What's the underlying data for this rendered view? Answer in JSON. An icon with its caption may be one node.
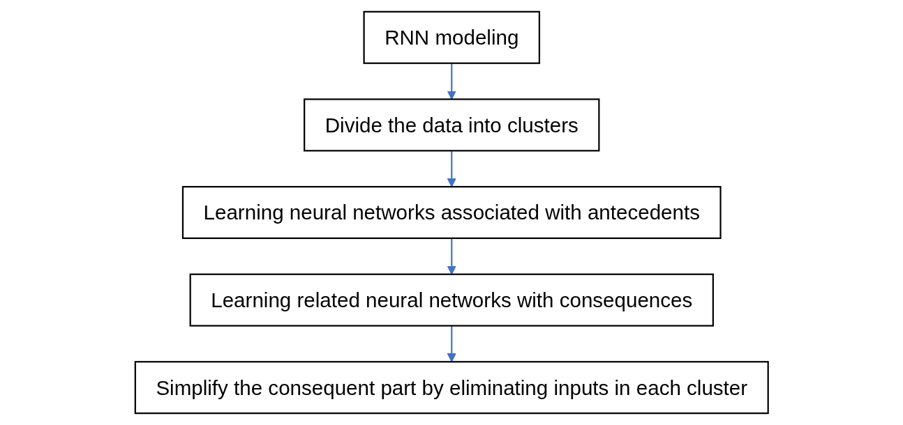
{
  "diagram": {
    "nodes": [
      {
        "text": [
          "RNN modeling"
        ]
      },
      {
        "text": [
          "Divide the data into clusters"
        ]
      },
      {
        "text": [
          "Learning neural networks associated with antecedents"
        ]
      },
      {
        "text": [
          "Learning related neural networks with consequences"
        ]
      },
      {
        "text": [
          "Simplify the consequent part by eliminating inputs in each cluster"
        ]
      }
    ],
    "edges": [
      {
        "from": 0,
        "to": 1,
        "arrow": "to"
      },
      {
        "from": 1,
        "to": 2,
        "arrow": "to"
      },
      {
        "from": 2,
        "to": 3,
        "arrow": "to"
      },
      {
        "from": 3,
        "to": 4,
        "arrow": "to"
      }
    ]
  }
}
